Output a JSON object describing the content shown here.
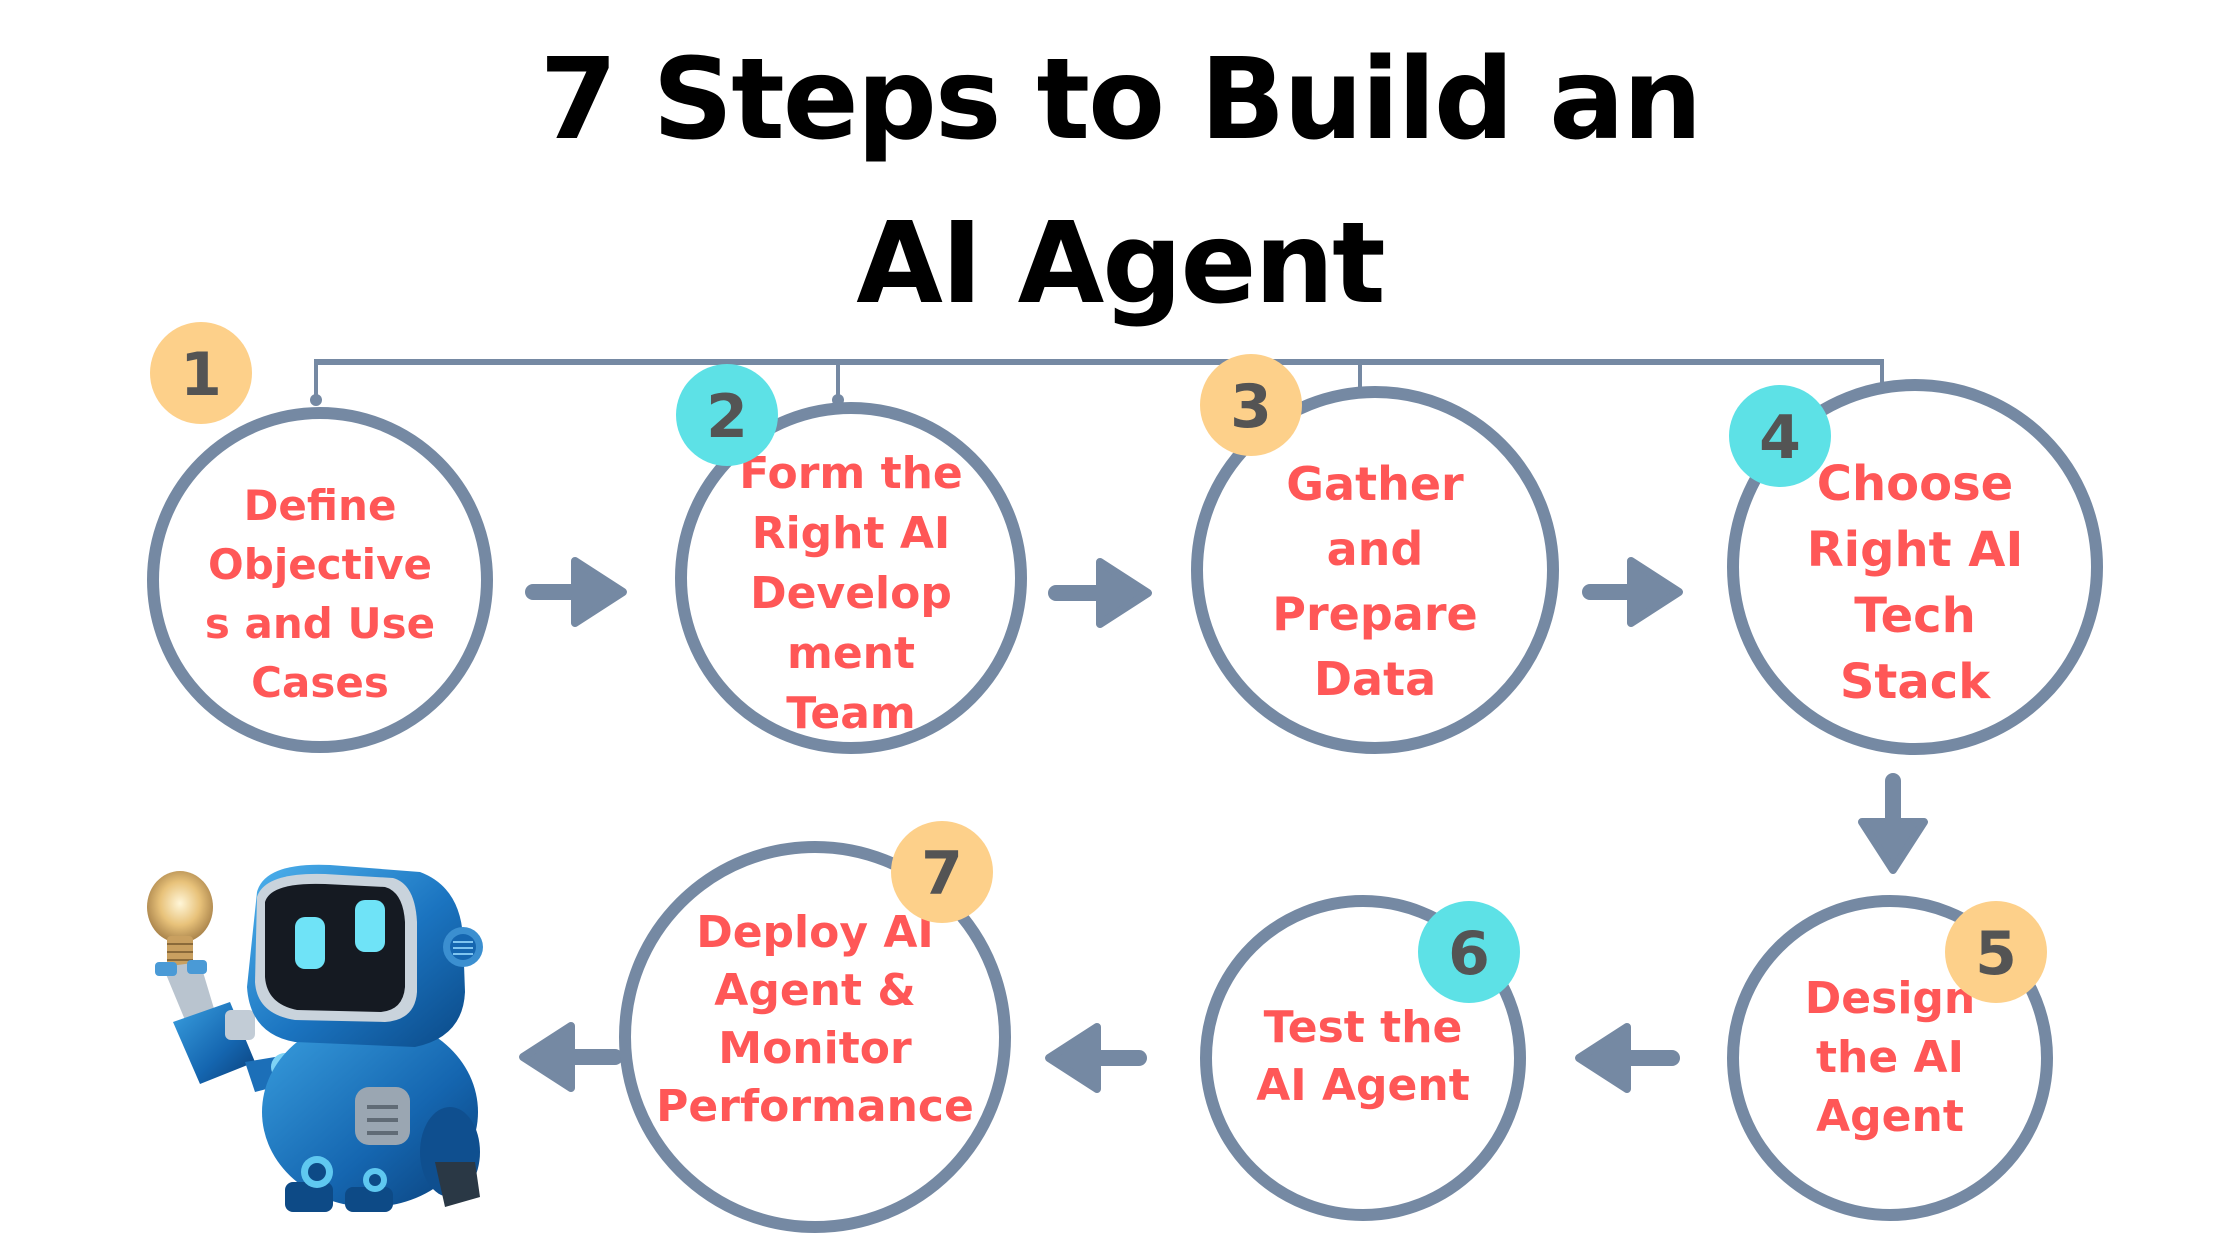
{
  "title": {
    "line1": "7 Steps to Build an",
    "line2": "AI Agent"
  },
  "colors": {
    "circle_stroke": "#7589a3",
    "arrow": "#7589a3",
    "connector": "#7589a3",
    "step_text": "#ff5757",
    "badge_orange": "#fdd08a",
    "badge_cyan": "#5de1e6",
    "badge_digit": "#545454",
    "title": "#000000"
  },
  "steps": [
    {
      "number": "1",
      "badge_color": "orange",
      "lines": [
        "Define",
        "Objective",
        "s and Use",
        "Cases"
      ]
    },
    {
      "number": "2",
      "badge_color": "cyan",
      "lines": [
        "Form the",
        "Right AI",
        "Develop",
        "ment",
        "Team"
      ]
    },
    {
      "number": "3",
      "badge_color": "orange",
      "lines": [
        "Gather",
        "and",
        "Prepare",
        "Data"
      ]
    },
    {
      "number": "4",
      "badge_color": "cyan",
      "lines": [
        "Choose",
        "Right AI",
        "Tech",
        "Stack"
      ]
    },
    {
      "number": "5",
      "badge_color": "orange",
      "lines": [
        "Design",
        "the AI",
        "Agent"
      ]
    },
    {
      "number": "6",
      "badge_color": "cyan",
      "lines": [
        "Test the",
        "AI Agent"
      ]
    },
    {
      "number": "7",
      "badge_color": "orange",
      "lines": [
        "Deploy AI",
        "Agent &",
        "Monitor",
        "Performance"
      ]
    }
  ],
  "flow": [
    {
      "from": "1",
      "to": "2",
      "direction": "right"
    },
    {
      "from": "2",
      "to": "3",
      "direction": "right"
    },
    {
      "from": "3",
      "to": "4",
      "direction": "right"
    },
    {
      "from": "4",
      "to": "5",
      "direction": "down"
    },
    {
      "from": "5",
      "to": "6",
      "direction": "left"
    },
    {
      "from": "6",
      "to": "7",
      "direction": "left"
    },
    {
      "from": "7",
      "to": "robot",
      "direction": "left"
    }
  ],
  "illustration": {
    "subject": "robot-holding-lightbulb"
  }
}
